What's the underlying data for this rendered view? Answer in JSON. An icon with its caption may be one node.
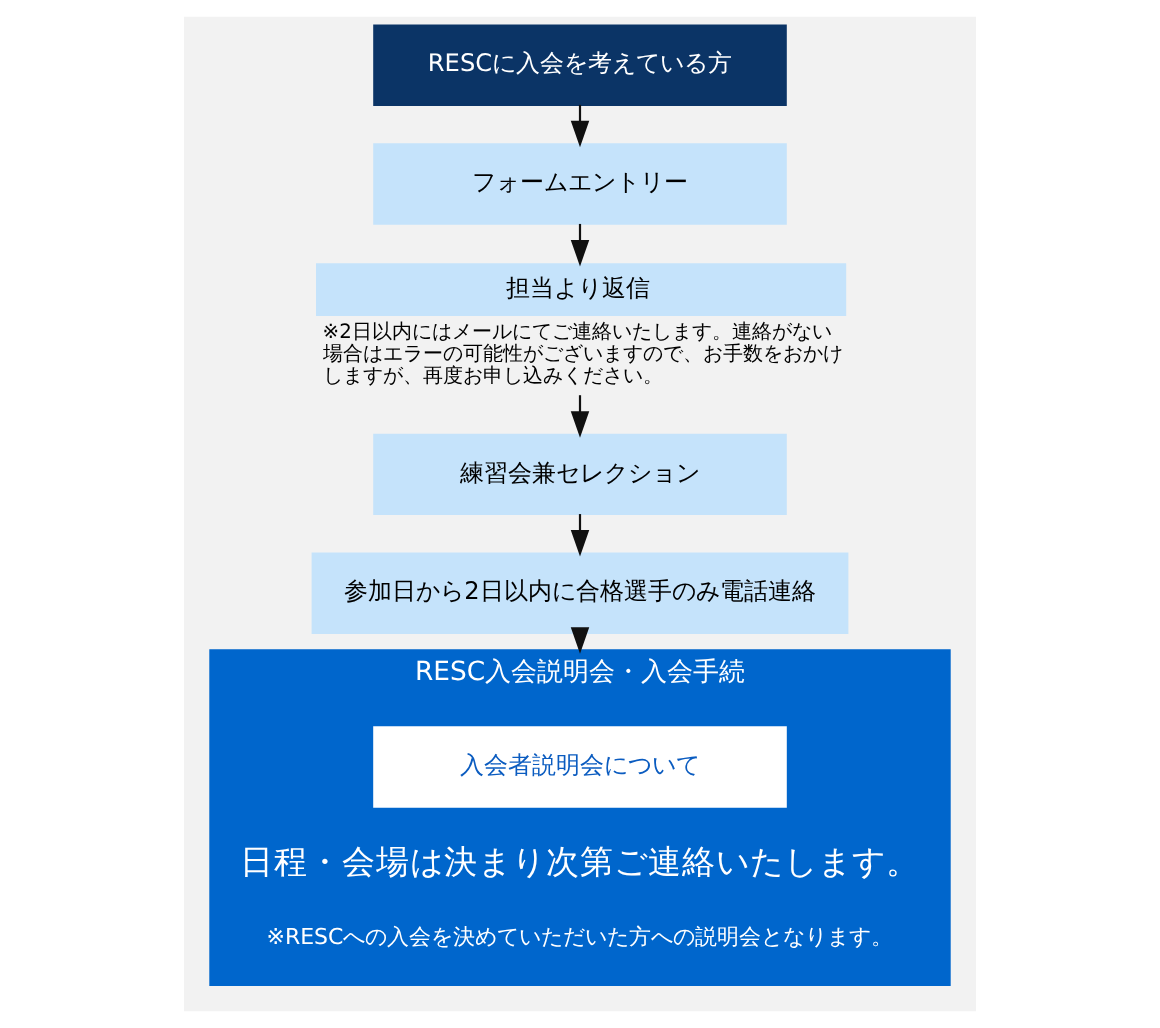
{
  "diagram": {
    "nodes": [
      {
        "text": [
          "RESCに入会を考えている方"
        ]
      },
      {
        "text": [
          "フォームエントリー"
        ]
      },
      {
        "text": [
          "担当より返信"
        ],
        "beside": [
          "※2日以内にはメールにてご連絡いたします。連絡がない場合はエラーの可能性がございますので、お手数をおかけしますが、再度お申し込みください。"
        ]
      },
      {
        "text": [
          "練習会兼セレクション"
        ]
      },
      {
        "text": [
          "参加日から2日以内に合格選手のみ電話連絡"
        ]
      },
      {
        "text": [
          "RESC入会説明会・入会手続",
          "日程・会場は決まり次第ご連絡いたします。",
          "※RESCへの入会を決めていただいた方への説明会となります。"
        ]
      },
      {
        "text": [
          "入会者説明会について"
        ],
        "in": 5
      }
    ],
    "edges": [
      {
        "from": 0,
        "to": 1,
        "arrow": "to"
      },
      {
        "from": 1,
        "to": 2,
        "arrow": "to"
      },
      {
        "from": 2,
        "to": 3,
        "arrow": "to"
      },
      {
        "from": 3,
        "to": 4,
        "arrow": "to"
      },
      {
        "from": 4,
        "to": 5,
        "arrow": "to"
      }
    ]
  }
}
